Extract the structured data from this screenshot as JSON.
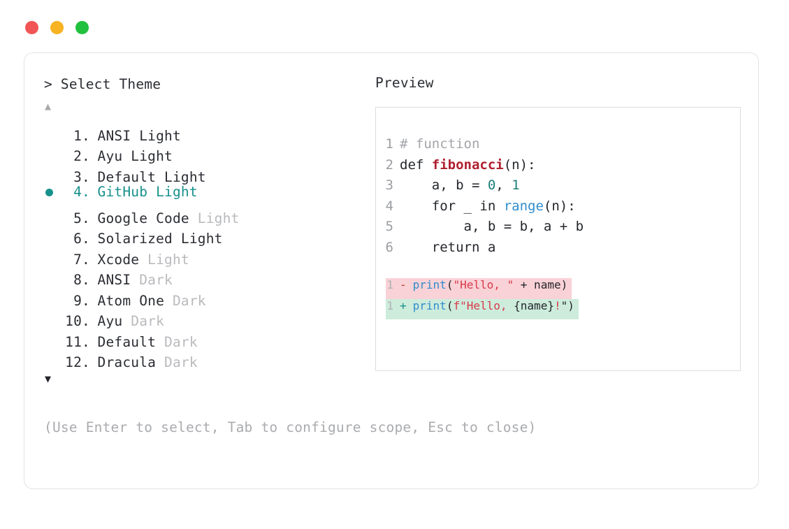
{
  "window": {
    "traffic_lights": [
      {
        "name": "close-button",
        "color": "#f25555"
      },
      {
        "name": "minimize-button",
        "color": "#f7b322"
      },
      {
        "name": "maximize-button",
        "color": "#22c03f"
      }
    ]
  },
  "palette": {
    "accent_teal": "#17918c",
    "text": "#2b2d33",
    "muted": "#b9babd",
    "border": "#e3e4e6",
    "diff_remove_bg": "#f9d2d7",
    "diff_add_bg": "#cdecdc",
    "string_red": "#d93a4a",
    "func_red": "#b02030",
    "builtin_blue": "#318ccc",
    "number_teal": "#1a7f7a"
  },
  "selector": {
    "prompt_symbol": ">",
    "title": "Select Theme",
    "prompt_line": "> Select Theme",
    "scroll_up_icon": "▲",
    "scroll_down_icon": "▼",
    "selected_index": 4,
    "bullet_icon": "●",
    "items": [
      {
        "index": "1.",
        "name": "ANSI",
        "suffix": "Light",
        "suffix_muted": false,
        "selected": false
      },
      {
        "index": "2.",
        "name": "Ayu",
        "suffix": "Light",
        "suffix_muted": false,
        "selected": false
      },
      {
        "index": "3.",
        "name": "Default",
        "suffix": "Light",
        "suffix_muted": false,
        "selected": false
      },
      {
        "index": "4.",
        "name": "GitHub",
        "suffix": "Light",
        "suffix_muted": false,
        "selected": true
      },
      {
        "index": "5.",
        "name": "Google Code",
        "suffix": "Light",
        "suffix_muted": true,
        "selected": false
      },
      {
        "index": "6.",
        "name": "Solarized",
        "suffix": "Light",
        "suffix_muted": false,
        "selected": false
      },
      {
        "index": "7.",
        "name": "Xcode",
        "suffix": "Light",
        "suffix_muted": true,
        "selected": false
      },
      {
        "index": "8.",
        "name": "ANSI",
        "suffix": "Dark",
        "suffix_muted": true,
        "selected": false
      },
      {
        "index": "9.",
        "name": "Atom One",
        "suffix": "Dark",
        "suffix_muted": true,
        "selected": false
      },
      {
        "index": "10.",
        "name": "Ayu",
        "suffix": "Dark",
        "suffix_muted": true,
        "selected": false
      },
      {
        "index": "11.",
        "name": "Default",
        "suffix": "Dark",
        "suffix_muted": true,
        "selected": false
      },
      {
        "index": "12.",
        "name": "Dracula",
        "suffix": "Dark",
        "suffix_muted": true,
        "selected": false
      }
    ]
  },
  "preview": {
    "label": "Preview",
    "code_lines": [
      {
        "n": "1",
        "tokens": [
          {
            "t": "# function",
            "c": "tok-comment"
          }
        ]
      },
      {
        "n": "2",
        "tokens": [
          {
            "t": "def ",
            "c": "tok-plain"
          },
          {
            "t": "fibonacci",
            "c": "tok-func"
          },
          {
            "t": "(n):",
            "c": "tok-plain"
          }
        ]
      },
      {
        "n": "3",
        "tokens": [
          {
            "t": "    a, b = ",
            "c": "tok-plain"
          },
          {
            "t": "0",
            "c": "tok-num"
          },
          {
            "t": ", ",
            "c": "tok-plain"
          },
          {
            "t": "1",
            "c": "tok-num"
          }
        ]
      },
      {
        "n": "4",
        "tokens": [
          {
            "t": "    for _ in ",
            "c": "tok-plain"
          },
          {
            "t": "range",
            "c": "tok-builtin"
          },
          {
            "t": "(n):",
            "c": "tok-plain"
          }
        ]
      },
      {
        "n": "5",
        "tokens": [
          {
            "t": "        a, b = b, a + b",
            "c": "tok-plain"
          }
        ]
      },
      {
        "n": "6",
        "tokens": [
          {
            "t": "    return a",
            "c": "tok-plain"
          }
        ]
      }
    ],
    "diff_lines": [
      {
        "n": "1",
        "sign": "-",
        "kind": "minus",
        "tokens": [
          {
            "t": "print",
            "c": "tok-builtin"
          },
          {
            "t": "(",
            "c": "tok-plain"
          },
          {
            "t": "\"Hello, \"",
            "c": "tok-string"
          },
          {
            "t": " + name)",
            "c": "tok-plain"
          }
        ]
      },
      {
        "n": "1",
        "sign": "+",
        "kind": "plus",
        "tokens": [
          {
            "t": "print",
            "c": "tok-builtin"
          },
          {
            "t": "(",
            "c": "tok-plain"
          },
          {
            "t": "f\"Hello, ",
            "c": "tok-string"
          },
          {
            "t": "{name}",
            "c": "tok-plain"
          },
          {
            "t": "!",
            "c": "tok-string"
          },
          {
            "t": "\")",
            "c": "tok-plain"
          }
        ]
      }
    ]
  },
  "footer": {
    "hint": "(Use Enter to select, Tab to configure scope, Esc to close)"
  }
}
